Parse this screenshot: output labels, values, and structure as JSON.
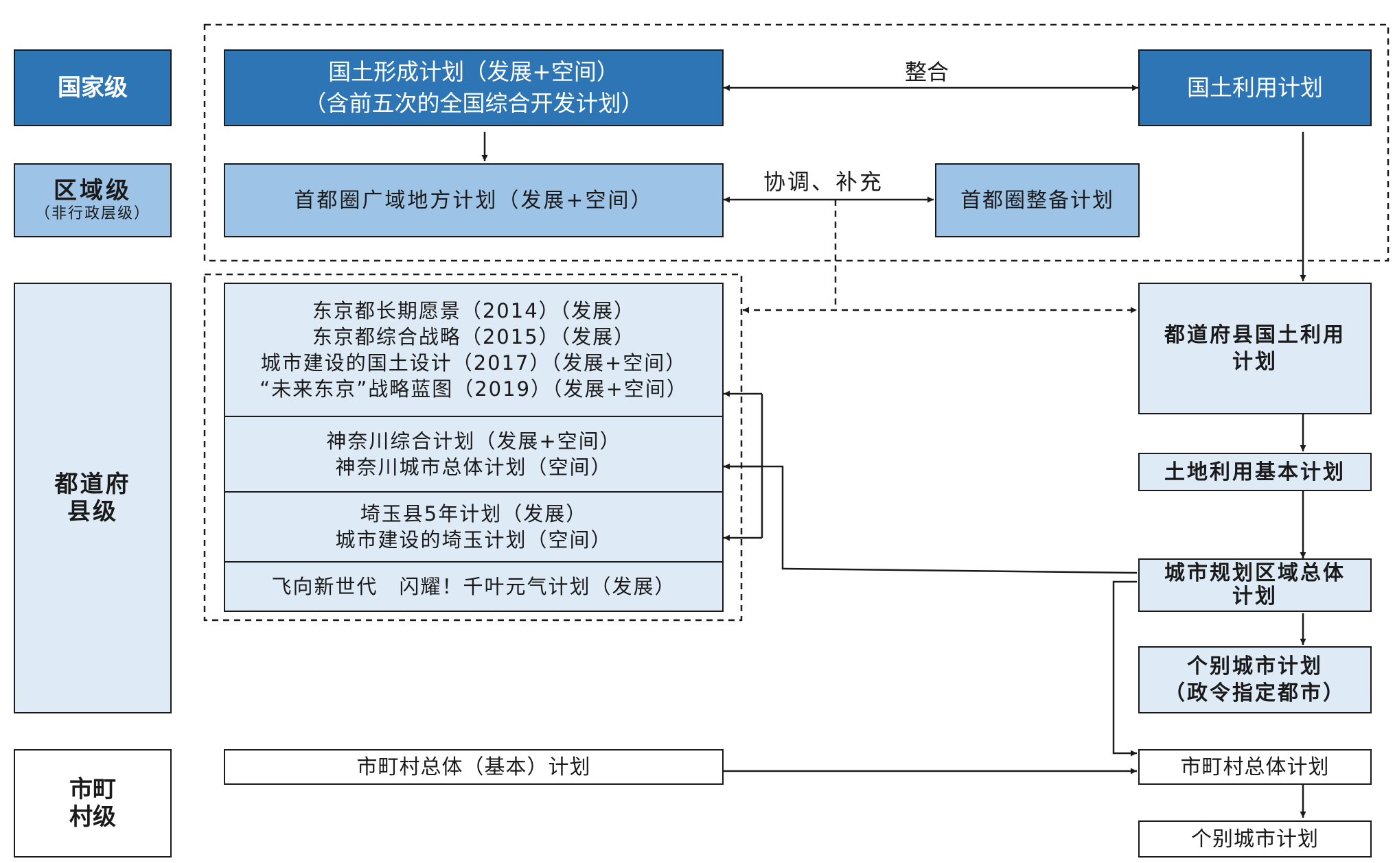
{
  "levels": {
    "national": "国家级",
    "regional": "区域级",
    "regional_note": "（非行政层级）",
    "prefecture_l1": "都道府",
    "prefecture_l2": "县级",
    "municipal_l1": "市町",
    "municipal_l2": "村级"
  },
  "boxes": {
    "national_formation_l1": "国土形成计划（发展+空间）",
    "national_formation_l2": "（含前五次的全国综合开发计划）",
    "national_land_use": "国土利用计划",
    "capital_wide_area": "首都圈广域地方计划（发展+空间）",
    "capital_maintenance": "首都圈整备计划",
    "tokyo_plans": [
      "东京都长期愿景（2014）（发展）",
      "东京都综合战略（2015）（发展）",
      "城市建设的国土设计（2017）（发展+空间）",
      "“未来东京”战略蓝图（2019）（发展+空间）"
    ],
    "kanagawa_plans": [
      "神奈川综合计划（发展+空间）",
      "神奈川城市总体计划（空间）"
    ],
    "saitama_plans": [
      "埼玉县5年计划（发展）",
      "城市建设的埼玉计划（空间）"
    ],
    "chiba_plan": "飞向新世代　闪耀！千叶元气计划（发展）",
    "pref_land_use_l1": "都道府县国土利用",
    "pref_land_use_l2": "计划",
    "land_use_basic": "土地利用基本计划",
    "city_area_master_l1": "城市规划区域总体",
    "city_area_master_l2": "计划",
    "individual_city_designated_l1": "个别城市计划",
    "individual_city_designated_l2": "（政令指定都市）",
    "municipal_master_basic": "市町村总体（基本）计划",
    "municipal_master": "市町村总体计划",
    "individual_city": "个别城市计划"
  },
  "labels": {
    "integrate": "整合",
    "coordinate": "协调、补充"
  },
  "colors": {
    "dark_blue": "#2e75b6",
    "mid_blue": "#9dc3e6",
    "light_blue": "#deebf7",
    "white": "#ffffff",
    "line": "#1a1a1a"
  }
}
